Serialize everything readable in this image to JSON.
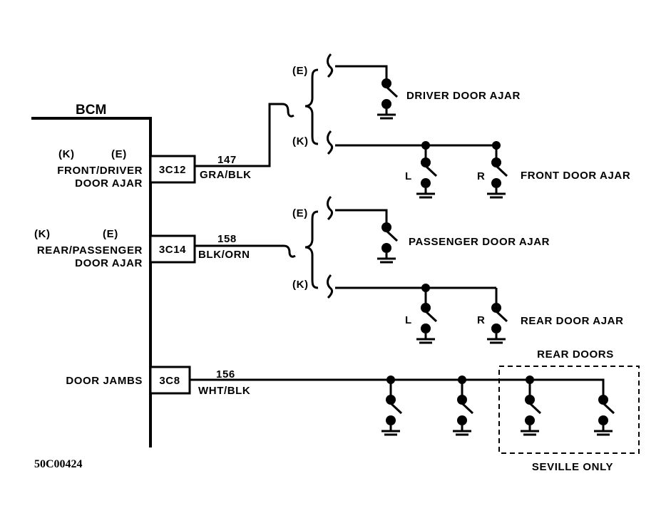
{
  "bcm": {
    "title": "BCM",
    "inputs": [
      {
        "k": "(K)",
        "e": "(E)",
        "line1": "FRONT/DRIVER",
        "line2": "DOOR AJAR",
        "pin": "3C12",
        "circuit": "147",
        "color": "GRA/BLK"
      },
      {
        "k": "(K)",
        "e": "(E)",
        "line1": "REAR/PASSENGER",
        "line2": "DOOR AJAR",
        "pin": "3C14",
        "circuit": "158",
        "color": "BLK/ORN"
      },
      {
        "line1": "DOOR JAMBS",
        "pin": "3C8",
        "circuit": "156",
        "color": "WHT/BLK"
      }
    ]
  },
  "branches": {
    "front": {
      "e_tag": "(E)",
      "k_tag": "(K)",
      "e_switch": "DRIVER DOOR AJAR",
      "k_switch": "FRONT DOOR AJAR",
      "left": "L",
      "right": "R"
    },
    "rear": {
      "e_tag": "(E)",
      "k_tag": "(K)",
      "e_switch": "PASSENGER DOOR AJAR",
      "k_switch": "REAR DOOR AJAR",
      "left": "L",
      "right": "R"
    }
  },
  "jambs": {
    "box_top": "REAR DOORS",
    "box_bottom": "SEVILLE ONLY"
  },
  "figure_code": "50C00424"
}
